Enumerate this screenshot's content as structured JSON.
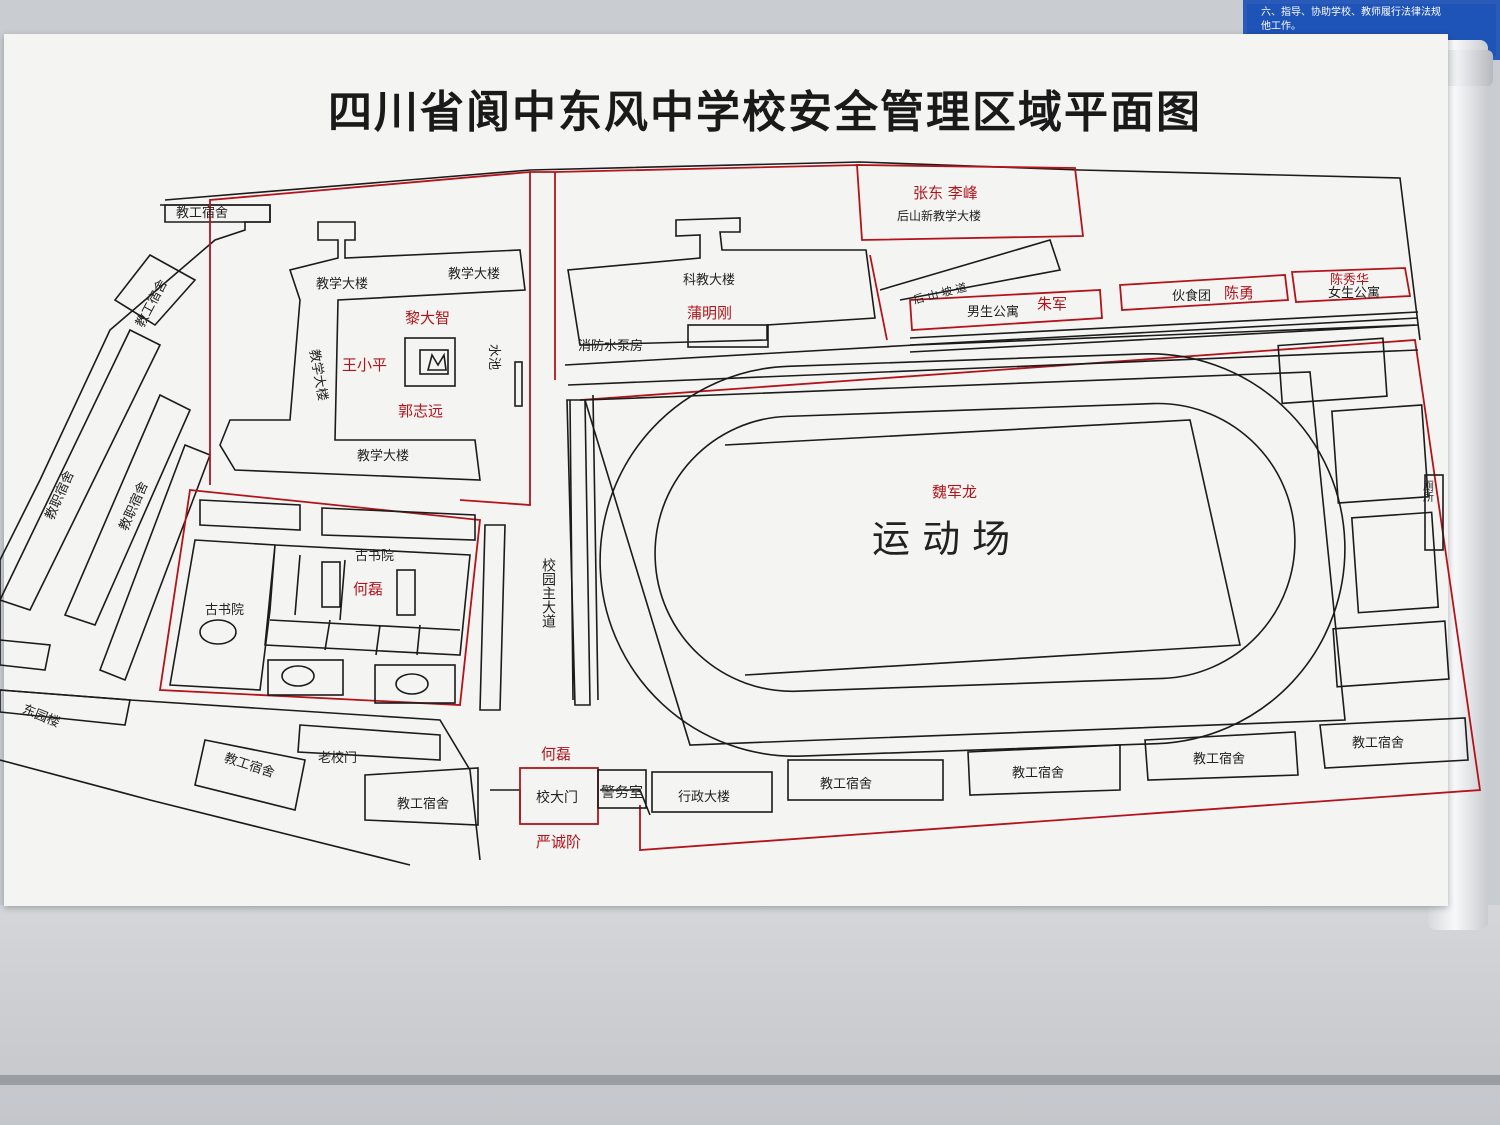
{
  "notice": {
    "line1": "六、指导、协助学校、教师履行法律法规",
    "line2": "他工作。"
  },
  "title": "四川省阆中东风中学校安全管理区域平面图",
  "labels": {
    "staff_dorm_top": "教工宿舍",
    "staff_dorm_side": "教工宿舍",
    "faculty_dorm_1": "教职宿舍",
    "faculty_dorm_2": "教职宿舍",
    "teach_bldg_1": "教学大楼",
    "teach_bldg_2": "教学大楼",
    "teach_bldg_3": "教学大楼",
    "teach_bldg_4": "教学大楼",
    "pool": "水池",
    "ancient_academy_1": "古书院",
    "ancient_academy_2": "古书院",
    "east_garden": "东园楼",
    "old_gate": "老校门",
    "staff_dorm_b1": "教工宿舍",
    "staff_dorm_b2": "教工宿舍",
    "main_road": "校园主大道",
    "main_gate": "校大门",
    "guard_room": "警务室",
    "admin_bldg": "行政大楼",
    "staff_dorm_b3": "教工宿舍",
    "staff_dorm_b4": "教工宿舍",
    "staff_dorm_b5": "教工宿舍",
    "staff_dorm_b6": "教工宿舍",
    "sci_bldg": "科教大楼",
    "pump_room": "消防水泵房",
    "new_teach_bldg": "后山新教学大楼",
    "hill_road": "后 山 坡 道",
    "boys_dorm": "男生公寓",
    "canteen": "伙食团",
    "girls_dorm": "女生公寓",
    "sports_field": "运 动 场",
    "toilet": "厕所"
  },
  "persons": {
    "li_dazhi": "黎大智",
    "wang_xiaoping": "王小平",
    "guo_zhiyuan": "郭志远",
    "he_lei_1": "何磊",
    "he_lei_2": "何磊",
    "yan_cheng": "严诚阶",
    "pu_minggang": "蒲明刚",
    "zhang_li": "张东  李峰",
    "zhu_jun": "朱军",
    "chen_yong": "陈勇",
    "chen_xiuhua": "陈秀华",
    "wei_junlong": "魏军龙"
  },
  "colors": {
    "zone_line": "#b3141c",
    "building_line": "#1b1b1b",
    "board": "#f4f5f2"
  }
}
